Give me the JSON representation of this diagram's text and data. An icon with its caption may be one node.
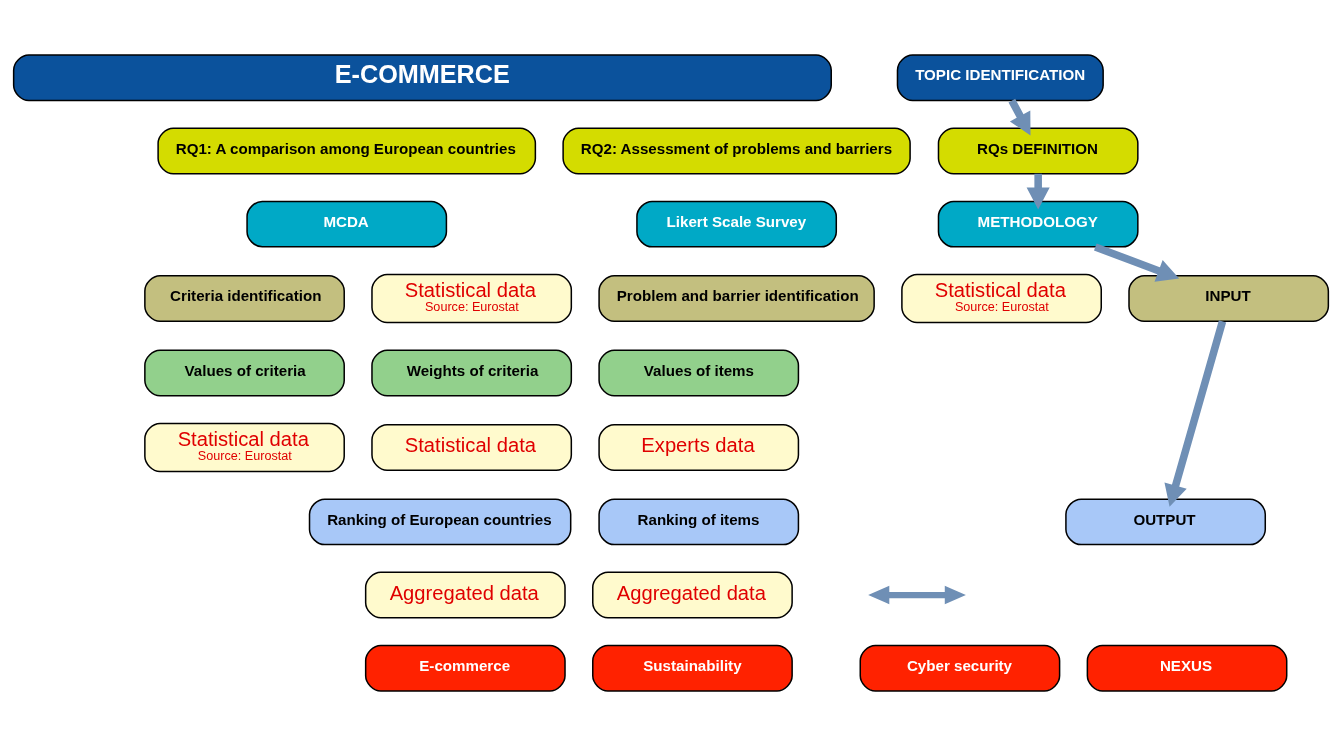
{
  "diagram": {
    "nodes": [
      {
        "text": [
          "E-COMMERCE"
        ]
      },
      {
        "text": [
          "TOPIC IDENTIFICATION"
        ]
      },
      {
        "text": [
          "RQ1: A comparison among European countries"
        ]
      },
      {
        "text": [
          "RQ2: Assessment of problems and barriers"
        ]
      },
      {
        "text": [
          "RQs DEFINITION"
        ]
      },
      {
        "text": [
          "MCDA"
        ]
      },
      {
        "text": [
          "Likert Scale Survey"
        ]
      },
      {
        "text": [
          "METHODOLOGY"
        ]
      },
      {
        "text": [
          "Criteria identification"
        ]
      },
      {
        "text": [
          "Statistical data",
          "Source: Eurostat"
        ]
      },
      {
        "text": [
          "Problem and barrier identification"
        ]
      },
      {
        "text": [
          "Statistical data",
          "Source: Eurostat"
        ]
      },
      {
        "text": [
          "INPUT"
        ]
      },
      {
        "text": [
          "Values of criteria"
        ]
      },
      {
        "text": [
          "Weights of criteria"
        ]
      },
      {
        "text": [
          "Values of items"
        ]
      },
      {
        "text": [
          "Statistical data",
          "Source: Eurostat"
        ]
      },
      {
        "text": [
          "Statistical data"
        ]
      },
      {
        "text": [
          "Experts data"
        ]
      },
      {
        "text": [
          "Ranking of European countries"
        ]
      },
      {
        "text": [
          "Ranking of items"
        ]
      },
      {
        "text": [
          "OUTPUT"
        ]
      },
      {
        "text": [
          "Aggregated data"
        ]
      },
      {
        "text": [
          "Aggregated data"
        ]
      },
      {
        "text": [
          "E-commerce"
        ]
      },
      {
        "text": [
          "Sustainability"
        ]
      },
      {
        "text": [
          "Cyber security"
        ]
      },
      {
        "text": [
          "NEXUS"
        ]
      }
    ],
    "edges": [
      {
        "from": 1,
        "to": 4,
        "arrow": "to"
      },
      {
        "from": 4,
        "to": 7,
        "arrow": "to"
      },
      {
        "from": 7,
        "to": 12,
        "arrow": "to"
      },
      {
        "from": 12,
        "to": 21,
        "arrow": "to"
      }
    ]
  }
}
